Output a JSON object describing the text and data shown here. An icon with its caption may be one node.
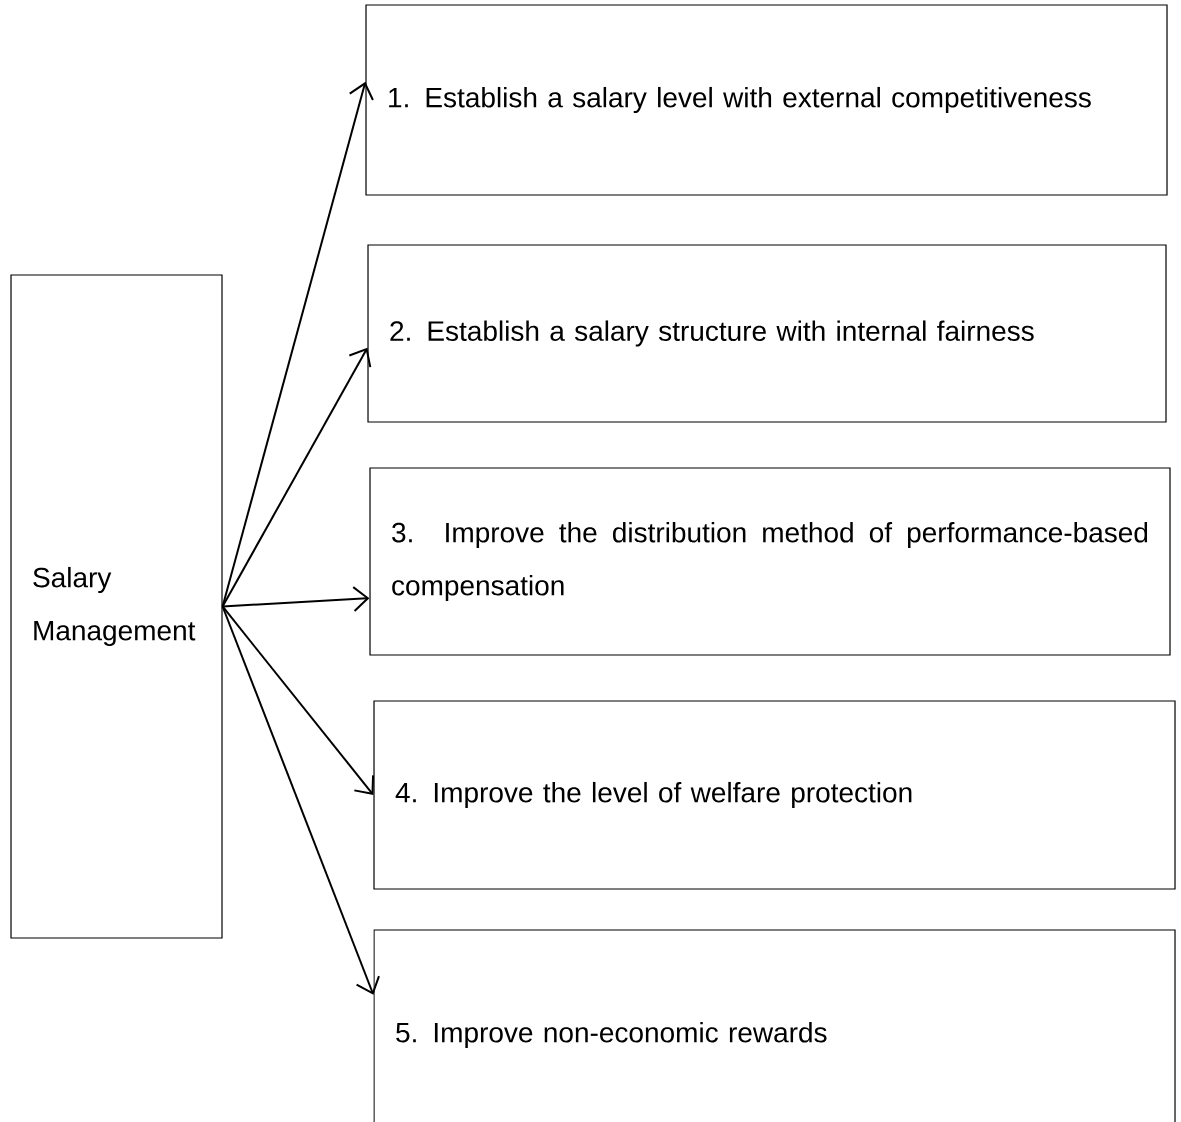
{
  "diagram": {
    "nodes": [
      {
        "text": [
          "Salary Management"
        ]
      },
      {
        "text": [
          "1. Establish a salary level with external competitiveness"
        ]
      },
      {
        "text": [
          "2. Establish a salary structure with internal fairness"
        ]
      },
      {
        "text": [
          "3. Improve the distribution method of performance-based compensation"
        ]
      },
      {
        "text": [
          "4. Improve the level of welfare protection"
        ]
      },
      {
        "text": [
          "5. Improve non-economic rewards"
        ]
      }
    ],
    "edges": [
      {
        "from": 0,
        "to": 1,
        "arrow": "to"
      },
      {
        "from": 0,
        "to": 2,
        "arrow": "to"
      },
      {
        "from": 0,
        "to": 3,
        "arrow": "to"
      },
      {
        "from": 0,
        "to": 4,
        "arrow": "to"
      },
      {
        "from": 0,
        "to": 5,
        "arrow": "to"
      }
    ]
  }
}
